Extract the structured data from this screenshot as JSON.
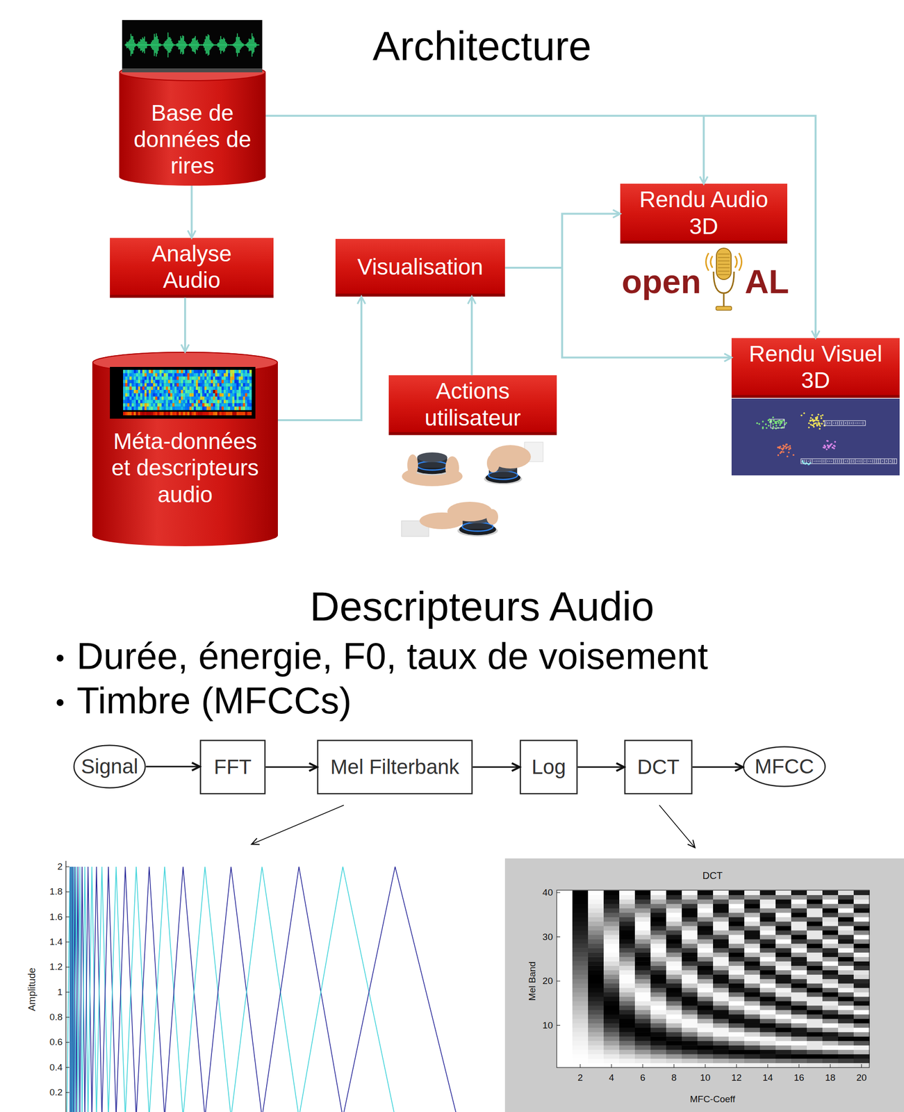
{
  "diagram": {
    "title": "Architecture",
    "nodes": [
      {
        "text": [
          "Base de données de rires"
        ]
      },
      {
        "text": [
          "Analyse Audio"
        ]
      },
      {
        "text": [
          "Méta-données et descripteurs audio"
        ]
      },
      {
        "text": [
          "Visualisation"
        ]
      },
      {
        "text": [
          "Actions utilisateur"
        ]
      },
      {
        "text": [
          "Rendu Audio 3D"
        ]
      },
      {
        "text": [
          "Rendu Visuel 3D"
        ]
      },
      {
        "text": [
          "Signal"
        ]
      },
      {
        "text": [
          "FFT"
        ]
      },
      {
        "text": [
          "Mel Filterbank"
        ]
      },
      {
        "text": [
          "Log"
        ]
      },
      {
        "text": [
          "DCT"
        ]
      },
      {
        "text": [
          "MFCC"
        ]
      }
    ],
    "edges": [
      {
        "from": 0,
        "to": 1,
        "arrow": "to"
      },
      {
        "from": 1,
        "to": 2,
        "arrow": "to"
      },
      {
        "from": 2,
        "to": 3,
        "arrow": "to"
      },
      {
        "from": 4,
        "to": 3,
        "arrow": "to"
      },
      {
        "from": 3,
        "to": 5,
        "arrow": "to"
      },
      {
        "from": 3,
        "to": 6,
        "arrow": "to"
      },
      {
        "from": 0,
        "to": 5,
        "arrow": "to"
      },
      {
        "from": 0,
        "to": 6,
        "arrow": "to"
      },
      {
        "from": 7,
        "to": 8,
        "arrow": "to"
      },
      {
        "from": 8,
        "to": 9,
        "arrow": "to"
      },
      {
        "from": 9,
        "to": 10,
        "arrow": "to"
      },
      {
        "from": 10,
        "to": 11,
        "arrow": "to"
      },
      {
        "from": 11,
        "to": 12,
        "arrow": "to"
      }
    ],
    "labels": [
      "Descripteurs Audio",
      "Durée, énergie, F0, taux de voisement",
      "Timbre (MFCCs)",
      "open",
      "AL",
      "2",
      "1.8",
      "1.6",
      "1.4",
      "1.2",
      "1",
      "0.8",
      "0.6",
      "0.4",
      "0.2",
      "Amplitude",
      "DCT",
      "Mel Band",
      "MFC-Coeff",
      "40",
      "30",
      "20",
      "10",
      "2",
      "4",
      "6",
      "8",
      "10",
      "12",
      "14",
      "16",
      "18",
      "20"
    ]
  }
}
